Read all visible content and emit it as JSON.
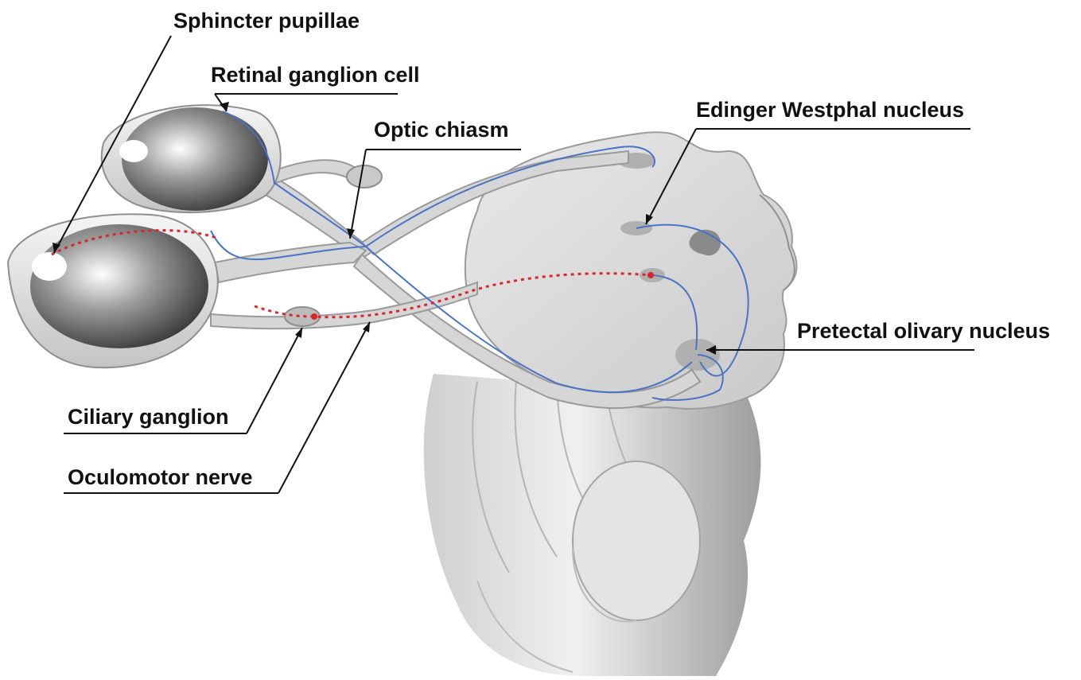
{
  "labels": {
    "sphincter_pupillae": "Sphincter pupillae",
    "retinal_ganglion_cell": "Retinal ganglion cell",
    "optic_chiasm": "Optic chiasm",
    "edinger_westphal_nucleus": "Edinger Westphal nucleus",
    "pretectal_olivary_nucleus": "Pretectal olivary nucleus",
    "ciliary_ganglion": "Ciliary ganglion",
    "oculomotor_nerve": "Oculomotor nerve"
  },
  "colors": {
    "afferent_pathway": "#4a73c4",
    "efferent_pathway": "#d9262c",
    "tissue_light": "#eeeeee",
    "tissue_mid": "#c8c8c8",
    "tissue_dark": "#8a8a8a",
    "leader_line": "#111111"
  }
}
